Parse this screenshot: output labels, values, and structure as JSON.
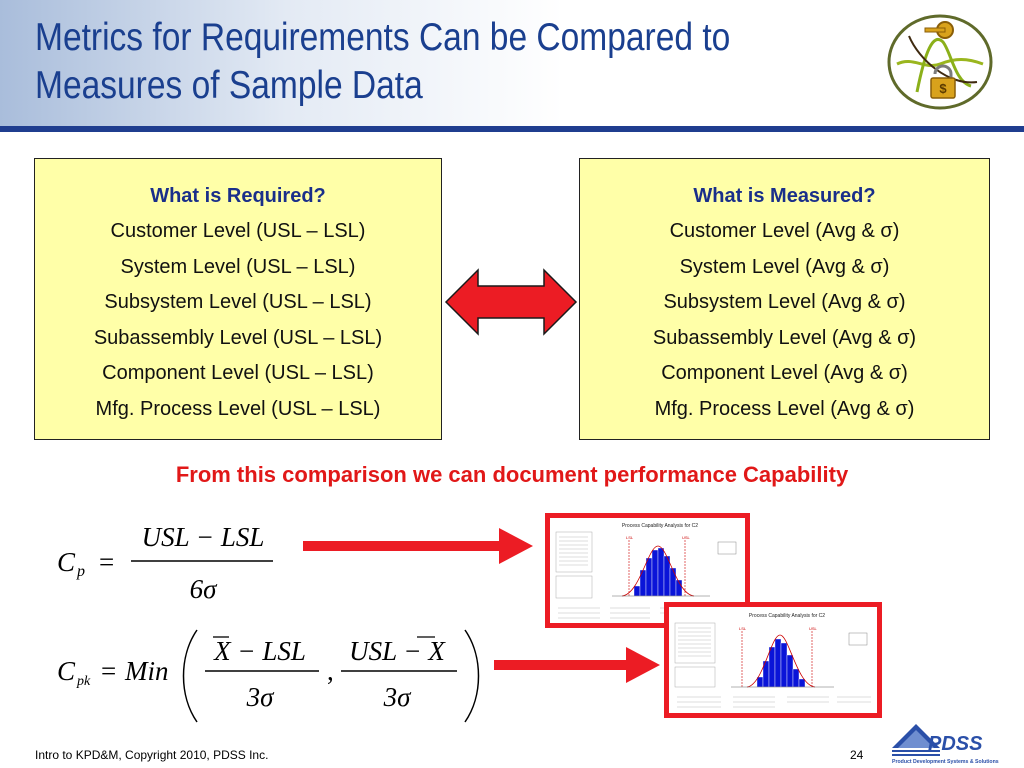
{
  "title": {
    "line1": "Metrics for Requirements Can be Compared to",
    "line2": "Measures of Sample Data"
  },
  "left_box": {
    "heading": "What is Required?",
    "items": [
      "Customer Level (USL – LSL)",
      "System Level (USL – LSL)",
      "Subsystem Level (USL – LSL)",
      "Subassembly Level (USL – LSL)",
      "Component Level (USL – LSL)",
      "Mfg. Process Level (USL – LSL)"
    ]
  },
  "right_box": {
    "heading": "What is Measured?",
    "items": [
      "Customer Level (Avg & σ)",
      "System Level (Avg & σ)",
      "Subsystem Level (Avg & σ)",
      "Subassembly Level (Avg & σ)",
      "Component Level (Avg & σ)",
      "Mfg. Process Level (Avg & σ)"
    ]
  },
  "caption": "From this comparison we can document performance Capability",
  "formulas": {
    "cp": {
      "lhs": "C",
      "sub": "p",
      "numerator": "USL − LSL",
      "denominator": "6σ"
    },
    "cpk": {
      "lhs": "C",
      "sub": "pk",
      "func": "Min",
      "term1_num": "X − LSL",
      "term1_den": "3σ",
      "term2_num": "USL − X",
      "term2_den": "3σ"
    }
  },
  "thumbnail_charts": [
    {
      "title": "Process Capability Analysis for C2",
      "lsl_label": "LSL",
      "usl_label": "USL"
    },
    {
      "title": "Process Capability Analysis for C2",
      "lsl_label": "LSL",
      "usl_label": "USL"
    }
  ],
  "footer": {
    "text": "Intro to KPD&M, Copyright 2010, PDSS Inc.",
    "page": "24"
  },
  "pdss_logo": {
    "name": "PDSS",
    "tagline": "Product Development Systems & Solutions"
  },
  "colors": {
    "title_blue": "#1a3f8f",
    "box_fill": "#ffffa8",
    "box_heading": "#1a2f8a",
    "accent_red": "#e11818",
    "arrow_red": "#ec1c24",
    "histogram_blue": "#0a14d8"
  }
}
